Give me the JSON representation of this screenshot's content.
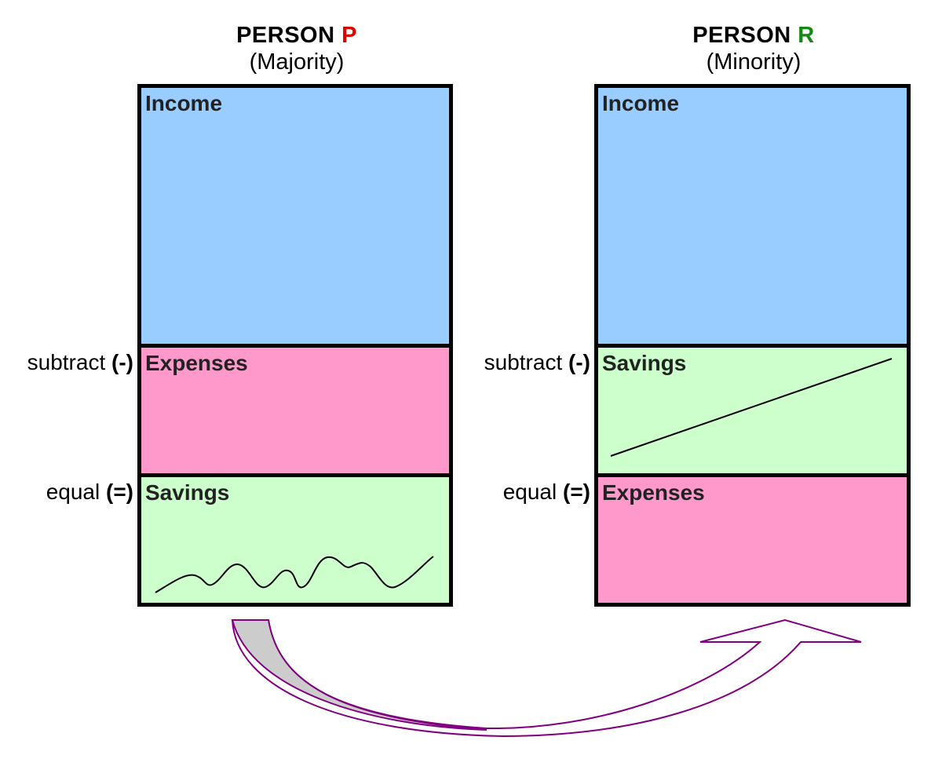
{
  "colors": {
    "income": "#99ccff",
    "expenses": "#ff99cc",
    "savings": "#ccffcc",
    "person_p_letter": "#e00000",
    "person_r_letter": "#128a12",
    "arrow_stroke": "#800080",
    "arrow_fill_tail": "#cccccc"
  },
  "person_p": {
    "name_prefix": "PERSON ",
    "letter": "P",
    "group": "(Majority)",
    "income_label": "Income",
    "middle_label": "Expenses",
    "bottom_label": "Savings"
  },
  "person_r": {
    "name_prefix": "PERSON ",
    "letter": "R",
    "group": "(Minority)",
    "income_label": "Income",
    "middle_label": "Savings",
    "bottom_label": "Expenses"
  },
  "operators": {
    "subtract_word": "subtract ",
    "subtract_symbol": "(-)",
    "equal_word": "equal ",
    "equal_symbol": "(=)"
  }
}
